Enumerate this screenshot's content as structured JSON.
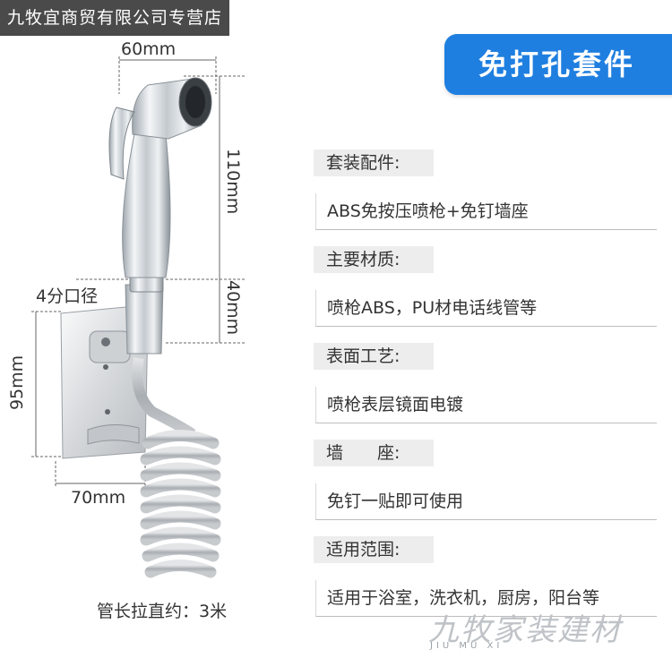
{
  "shop_banner": "九牧宜商贸有限公司专营店",
  "title": "免打孔套件",
  "dimensions": {
    "width_head": "60mm",
    "height_gun": "110mm",
    "height_neck": "40mm",
    "port": "4分口径",
    "height_base": "95mm",
    "width_base": "70mm",
    "hose_length": "管长拉直约：3米"
  },
  "specs": [
    {
      "label": "套装配件:",
      "value": "ABS免按压喷枪+免钉墙座"
    },
    {
      "label": "主要材质:",
      "value": "喷枪ABS，PU材电话线管等"
    },
    {
      "label": "表面工艺:",
      "value": "喷枪表层镜面电镀"
    },
    {
      "label": "墙　　座:",
      "value": "免钉一贴即可使用"
    },
    {
      "label": "适用范围:",
      "value": "适用于浴室，洗衣机，厨房，阳台等"
    }
  ],
  "watermark": {
    "brand": "九牧家装建材",
    "pinyin": "JIU MU XI"
  },
  "colors": {
    "accent": "#1f7fe0",
    "banner": "#4a4a4a"
  }
}
